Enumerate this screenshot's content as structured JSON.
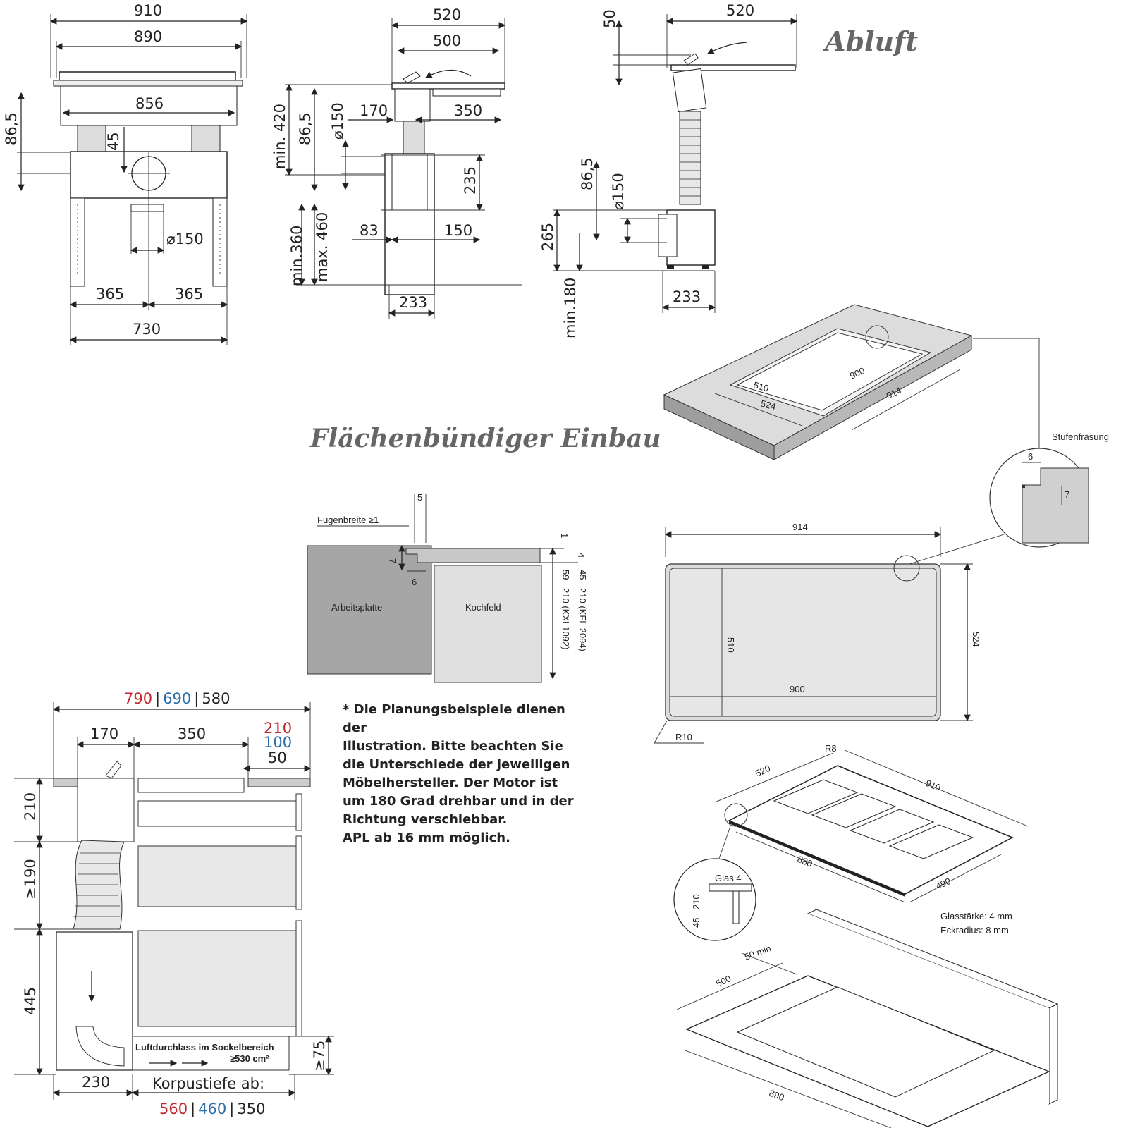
{
  "titles": {
    "abluft": "Abluft",
    "einbau": "Flächenbündiger Einbau"
  },
  "front_view": {
    "top_width": "910",
    "inner_width": "890",
    "body_width": "856",
    "height_86": "86,5",
    "height_45": "45",
    "diameter": "150",
    "half_left": "365",
    "half_right": "365",
    "base_width": "730"
  },
  "side_view": {
    "top_width": "520",
    "inner_width": "500",
    "left_part": "170",
    "right_part": "350",
    "min_height": "min. 420",
    "height_86": "86,5",
    "diameter": "150",
    "height_235": "235",
    "d83": "83",
    "d150": "150",
    "range": "min.360",
    "range_max": "max. 460",
    "base_width": "233"
  },
  "abluft_view": {
    "top_50": "50",
    "top_width": "520",
    "height_86": "86,5",
    "diameter": "150",
    "height_265": "265",
    "min_180": "min.180",
    "base_width": "233"
  },
  "cutout_iso": {
    "d510": "510",
    "d900": "900",
    "d524": "524",
    "d914": "914",
    "stufen_label": "Stufenfräsung",
    "stufen_6": "6",
    "stufen_7": "7"
  },
  "cutout_plan": {
    "width": "914",
    "depth": "524",
    "inner_depth": "510",
    "inner_width": "900",
    "radius": "R10"
  },
  "section": {
    "d5": "5",
    "fugenbreite": "Fugenbreite ≥1",
    "d7": "7",
    "d6": "6",
    "d1": "1",
    "d4": "4",
    "range1": "45 - 210 (KFL 2094)",
    "range2": "59 - 210 (KXI 1092)",
    "arbeitsplatte": "Arbeitsplatte",
    "kochfeld": "Kochfeld"
  },
  "note_lines": [
    "* Die Planungsbeispiele dienen der",
    "Illustration. Bitte beachten Sie",
    "die Unterschiede der jeweiligen",
    "Möbelhersteller. Der Motor ist",
    "um 180 Grad drehbar und in der",
    "Richtung verschiebbar.",
    "APL ab 16 mm möglich."
  ],
  "cabinet": {
    "w_red": "790",
    "w_blue": "690",
    "w_black": "580",
    "d170": "170",
    "d350": "350",
    "r_red": "210",
    "r_blue": "100",
    "r_black": "50",
    "h210": "210",
    "h190": "≥190",
    "h445": "445",
    "h75": "≥75",
    "d230": "230",
    "korpus": "Korpustiefe ab:",
    "k_red": "560",
    "k_blue": "460",
    "k_black": "350",
    "luft1": "Luftdurchlass im Sockelbereich",
    "luft2": "≥530 cm²",
    "sep": "|"
  },
  "glass_iso": {
    "r8": "R8",
    "d520": "520",
    "d910": "910",
    "d880": "880",
    "d490": "490",
    "glas4": "Glas 4",
    "range": "45 - 210",
    "thickness": "Glasstärke: 4 mm",
    "radius": "Eckradius: 8 mm"
  },
  "worktop_iso": {
    "min50": "50 min",
    "d500": "500",
    "d890": "890"
  },
  "colors": {
    "red": "#c0282d",
    "blue": "#2a6fa8",
    "dark_gray": "#a6a6a6",
    "light_gray": "#dcdcdc"
  }
}
